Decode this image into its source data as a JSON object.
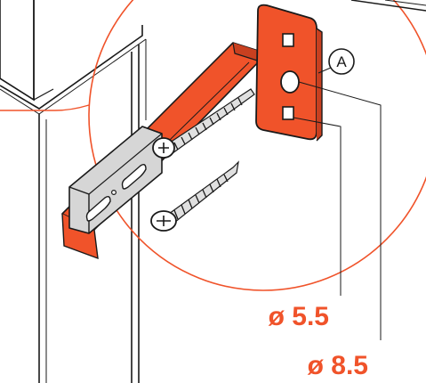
{
  "callout": {
    "letter": "A"
  },
  "dimensions": {
    "small_hole": "ø 5.5",
    "large_hole": "ø 8.5"
  },
  "colors": {
    "accent": "#f0532a",
    "line": "#1a1a1a",
    "panel_grey": "#e9e9e9",
    "metal": "#d6d6d6",
    "background": "#ffffff"
  },
  "icons": {
    "screw": "phillips-screw-icon",
    "bracket": "mounting-bracket-icon",
    "clip": "metal-clip-icon"
  }
}
